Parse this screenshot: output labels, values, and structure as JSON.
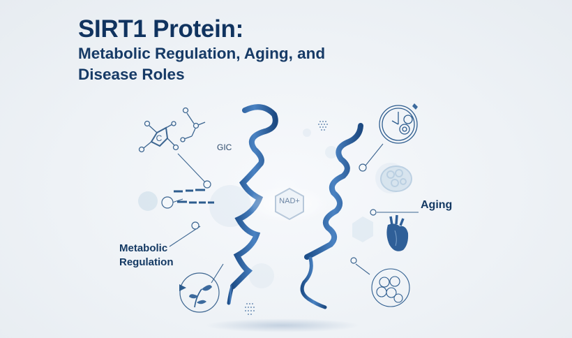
{
  "title": {
    "main": "SIRT1 Protein:",
    "subtitle_line1": "Metabolic Regulation, Aging, and",
    "subtitle_line2": "Disease Roles"
  },
  "labels": {
    "gic": "GIC",
    "nad": "NAD+",
    "aging": "Aging",
    "metabolic_line1": "Metabolic",
    "metabolic_line2": "Regulation",
    "molecule_center": "C"
  },
  "icons": [
    "molecule-structure-icon",
    "clock-gears-icon",
    "brain-icon",
    "heart-icon",
    "cells-icon",
    "plant-icon",
    "nad-hexagon-icon",
    "protein-helix-icon"
  ],
  "colors": {
    "title": "#10335f",
    "helix": "#2f62a0",
    "line": "#3c6590",
    "background": "#eef2f6"
  }
}
